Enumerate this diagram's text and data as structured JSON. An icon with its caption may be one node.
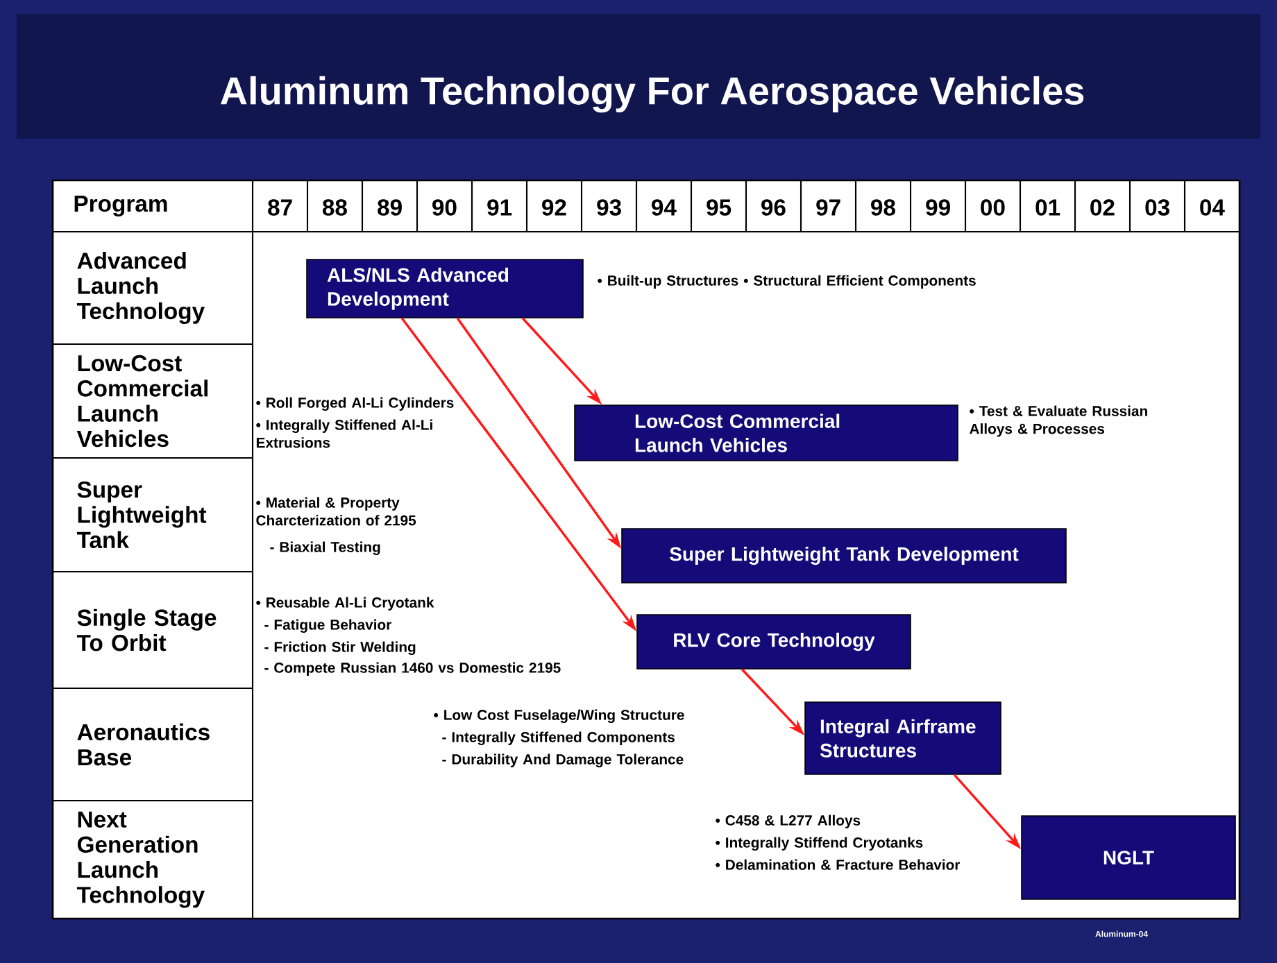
{
  "diagram": {
    "title": "Aluminum Technology For Aerospace Vehicles",
    "nodes": [
      {
        "text": [
          "ALS/NLS Advanced Development"
        ],
        "beside": [
          "• Built-up Structures • Structural Efficient Components"
        ]
      },
      {
        "text": [
          "Low-Cost Commercial Launch Vehicles"
        ],
        "beside": [
          "• Roll Forged Al-Li Cylinders",
          "• Integrally Stiffened Al-Li Extrusions",
          "• Test & Evaluate Russian Alloys & Processes"
        ]
      },
      {
        "text": [
          "Super Lightweight Tank Development"
        ],
        "beside": [
          "• Material & Property Charcterization of 2195",
          "- Biaxial Testing"
        ]
      },
      {
        "text": [
          "RLV Core Technology"
        ],
        "beside": [
          "• Reusable Al-Li Cryotank",
          "- Fatigue Behavior",
          "- Friction Stir Welding",
          "- Compete Russian 1460 vs Domestic 2195"
        ]
      },
      {
        "text": [
          "Integral Airframe Structures"
        ],
        "beside": [
          "• Low Cost Fuselage/Wing Structure",
          "- Integrally Stiffened Components",
          "- Durability And Damage Tolerance"
        ]
      },
      {
        "text": [
          "NGLT"
        ],
        "beside": [
          "• C458 & L277 Alloys",
          "• Integrally Stiffend Cryotanks",
          "• Delamination & Fracture Behavior"
        ]
      }
    ],
    "edges": [
      {
        "from": 0,
        "to": 1,
        "arrow": "to"
      },
      {
        "from": 0,
        "to": 2,
        "arrow": "to"
      },
      {
        "from": 0,
        "to": 3,
        "arrow": "to"
      },
      {
        "from": 3,
        "to": 4,
        "arrow": "to"
      },
      {
        "from": 4,
        "to": 5,
        "arrow": "to"
      }
    ],
    "labels": [
      "Program",
      "87",
      "88",
      "89",
      "90",
      "91",
      "92",
      "93",
      "94",
      "95",
      "96",
      "97",
      "98",
      "99",
      "00",
      "01",
      "02",
      "03",
      "04",
      "Advanced Launch Technology",
      "Low-Cost Commercial Launch Vehicles",
      "Super Lightweight Tank",
      "Single Stage To Orbit",
      "Aeronautics Base",
      "Next Generation Launch Technology",
      "Aluminum-04"
    ]
  }
}
